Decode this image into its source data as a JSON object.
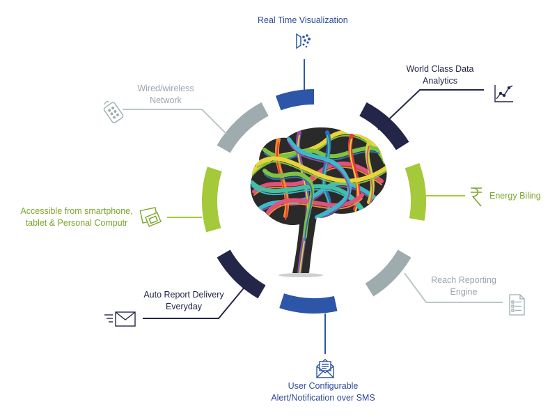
{
  "colors": {
    "blue": "#2d55a8",
    "navy": "#232649",
    "lime": "#a4c93a",
    "grey": "#9eacb0",
    "line_green": "#a4c93a",
    "line_grey": "#bcc6c9"
  },
  "features": [
    {
      "id": "realtime",
      "lines": [
        "Real Time Visualization"
      ],
      "icon": "visualization-icon",
      "color_key": "blue"
    },
    {
      "id": "analytics",
      "lines": [
        "World Class Data",
        "Analytics"
      ],
      "icon": "analytics-chart-icon",
      "color_key": "navy"
    },
    {
      "id": "billing",
      "lines": [
        "Energy Biling"
      ],
      "icon": "rupee-icon",
      "color_key": "lime"
    },
    {
      "id": "reporting",
      "lines": [
        "Reach Reporting",
        "Engine"
      ],
      "icon": "report-document-icon",
      "color_key": "grey"
    },
    {
      "id": "alerts",
      "lines": [
        "User Configurable",
        "Alert/Notification over SMS"
      ],
      "icon": "sms-envelope-icon",
      "color_key": "blue"
    },
    {
      "id": "autoreport",
      "lines": [
        "Auto Report Delivery",
        "Everyday"
      ],
      "icon": "send-mail-icon",
      "color_key": "navy"
    },
    {
      "id": "access",
      "lines": [
        "Accessible from smartphone,",
        "tablet & Personal Computr"
      ],
      "icon": "devices-icon",
      "color_key": "lime"
    },
    {
      "id": "network",
      "lines": [
        "Wired/wireless",
        "Network"
      ],
      "icon": "network-remote-icon",
      "color_key": "grey"
    }
  ]
}
